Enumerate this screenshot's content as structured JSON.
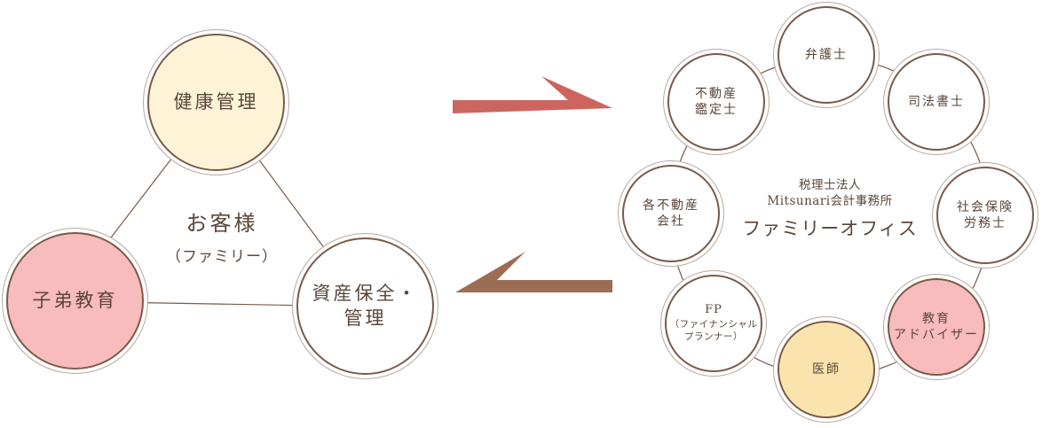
{
  "colors": {
    "line": "#7a5a48",
    "cream": "#fdf4d8",
    "pink": "#f8bcbc",
    "yellow": "#fbe3ae",
    "arrow_right": "#cc6560",
    "arrow_left": "#9c6d55"
  },
  "left": {
    "customer": {
      "main": "お客様",
      "sub": "（ファミリー）"
    },
    "health": "健康管理",
    "education": "子弟教育",
    "asset_line1": "資産保全・",
    "asset_line2": "管理"
  },
  "right": {
    "office_line1": "税理士法人",
    "office_line2": "Mitsunari会計事務所",
    "office_line3": "ファミリーオフィス",
    "lawyer": "弁護士",
    "scrivener": "司法書士",
    "labor_line1": "社会保険",
    "labor_line2": "労務士",
    "edu_line1": "教育",
    "edu_line2": "アドバイザー",
    "doctor": "医師",
    "fp_line1": "FP",
    "fp_line2": "（ファイナンシャル",
    "fp_line3": "プランナー）",
    "realestate_co_line1": "各不動産",
    "realestate_co_line2": "会社",
    "appraiser_line1": "不動産",
    "appraiser_line2": "鑑定士"
  }
}
